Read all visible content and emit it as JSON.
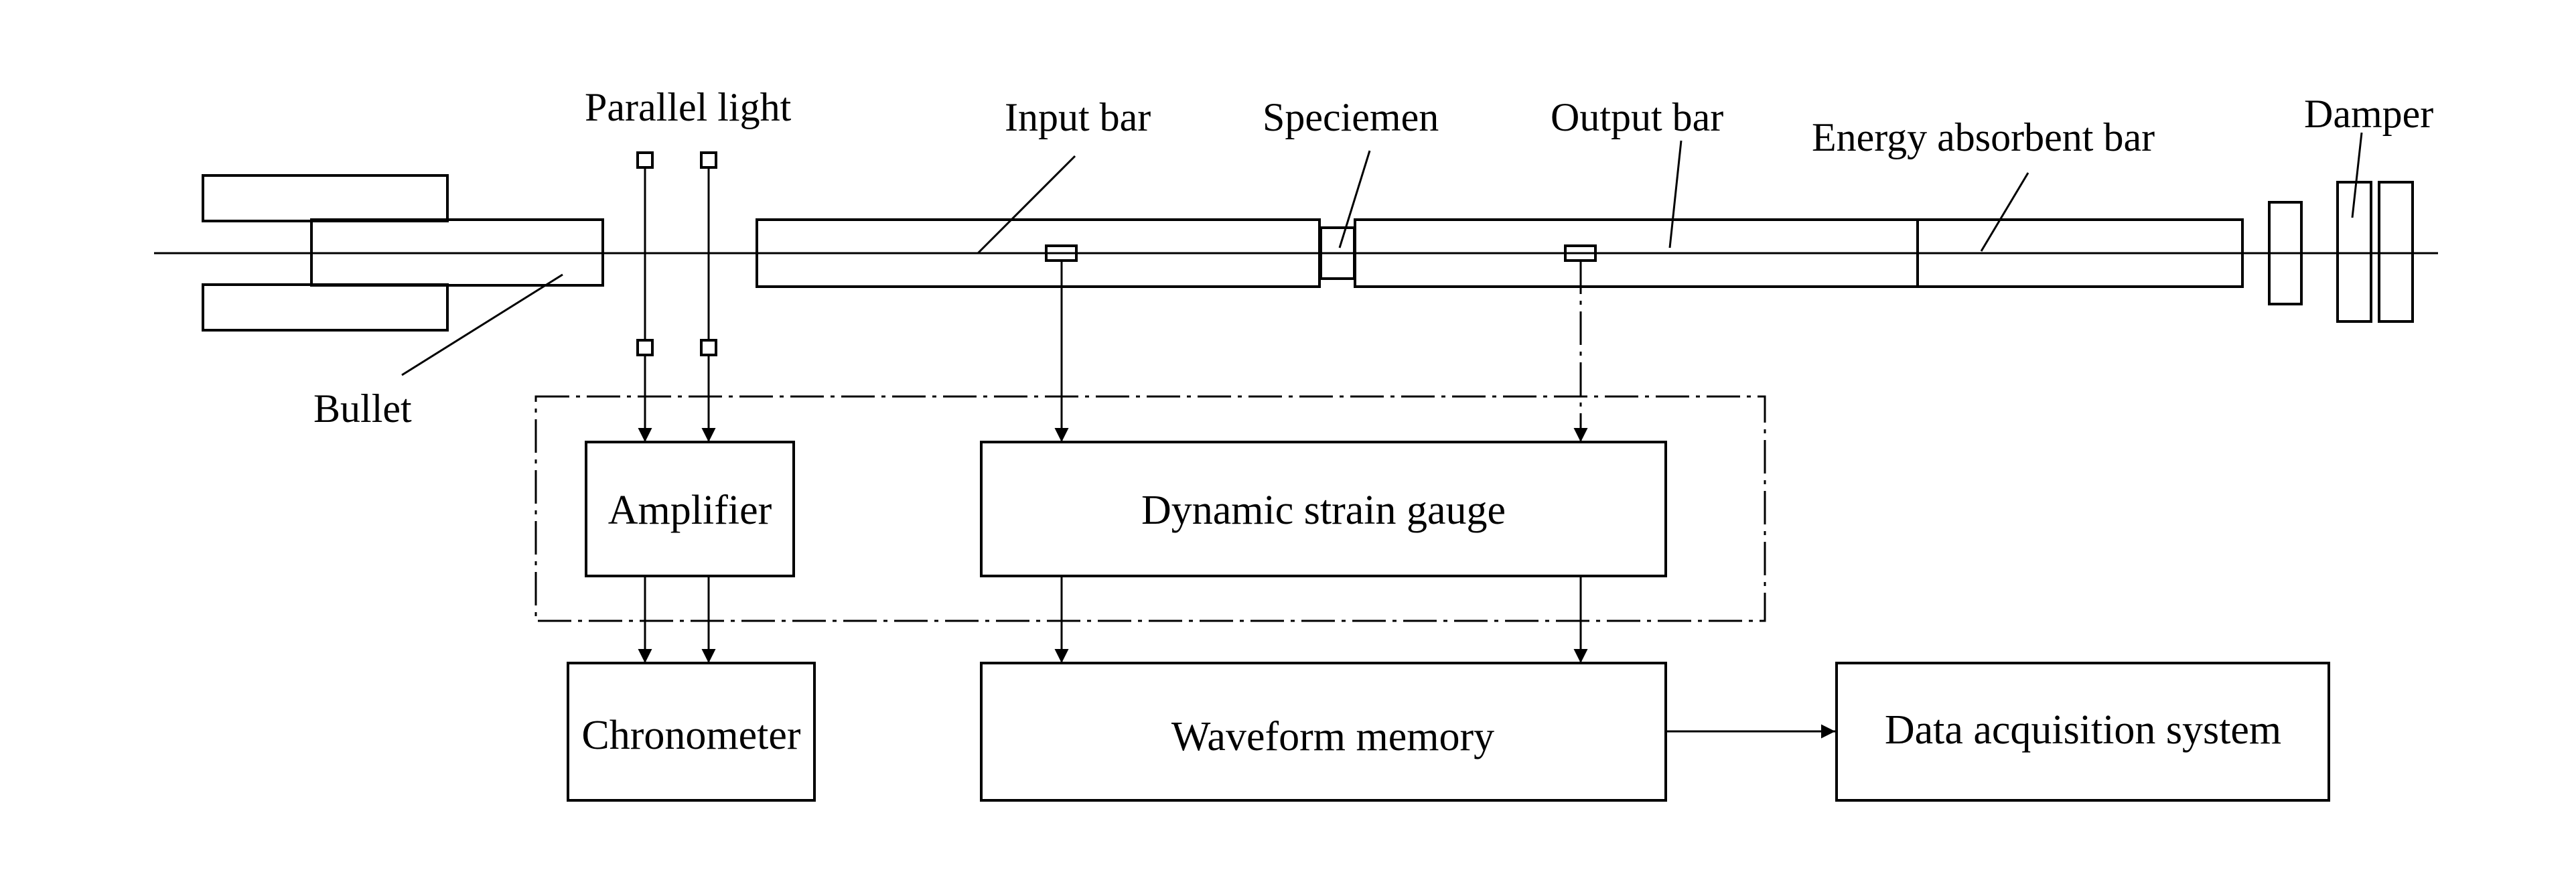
{
  "labels": {
    "parallel_light": "Parallel light",
    "input_bar": "Input bar",
    "specimen": "Speciemen",
    "output_bar": "Output bar",
    "energy_absorbent_bar": "Energy absorbent bar",
    "damper": "Damper",
    "bullet": "Bullet"
  },
  "blocks": {
    "amplifier": "Amplifier",
    "dynamic_strain_gauge": "Dynamic strain gauge",
    "chronometer": "Chronometer",
    "waveform_memory": "Waveform memory",
    "data_acquisition_system": "Data acquisition system"
  }
}
